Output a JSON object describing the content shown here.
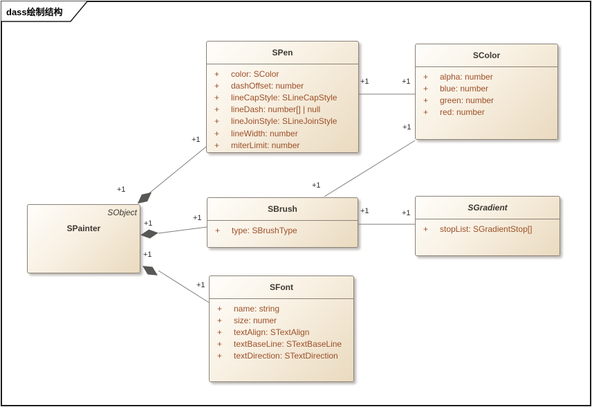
{
  "frame": {
    "title": "dass绘制结构"
  },
  "classes": {
    "spainter": {
      "name": "SPainter",
      "stereotype": "SObject",
      "attributes": []
    },
    "spen": {
      "name": "SPen",
      "attributes": [
        {
          "vis": "+",
          "text": "color: SColor"
        },
        {
          "vis": "+",
          "text": "dashOffset: number"
        },
        {
          "vis": "+",
          "text": "lineCapStyle: SLineCapStyle"
        },
        {
          "vis": "+",
          "text": "lineDash: number[] | null"
        },
        {
          "vis": "+",
          "text": "lineJoinStyle: SLineJoinStyle"
        },
        {
          "vis": "+",
          "text": "lineWidth: number"
        },
        {
          "vis": "+",
          "text": "miterLimit: number"
        }
      ]
    },
    "scolor": {
      "name": "SColor",
      "attributes": [
        {
          "vis": "+",
          "text": "alpha: number"
        },
        {
          "vis": "+",
          "text": "blue: number"
        },
        {
          "vis": "+",
          "text": "green: number"
        },
        {
          "vis": "+",
          "text": "red: number"
        }
      ]
    },
    "sbrush": {
      "name": "SBrush",
      "attributes": [
        {
          "vis": "+",
          "text": "type: SBrushType"
        }
      ]
    },
    "sgradient": {
      "name": "SGradient",
      "abstract": true,
      "attributes": [
        {
          "vis": "+",
          "text": "stopList: SGradientStop[]"
        }
      ]
    },
    "sfont": {
      "name": "SFont",
      "attributes": [
        {
          "vis": "+",
          "text": "name: string"
        },
        {
          "vis": "+",
          "text": "size: numer"
        },
        {
          "vis": "+",
          "text": "textAlign: STextAlign"
        },
        {
          "vis": "+",
          "text": "textBaseLine: STextBaseLine"
        },
        {
          "vis": "+",
          "text": "textDirection: STextDirection"
        }
      ]
    }
  },
  "connections": [
    {
      "from": "SPainter",
      "to": "SPen",
      "type": "composition",
      "source_label": "+1",
      "target_label": "+1"
    },
    {
      "from": "SPainter",
      "to": "SBrush",
      "type": "composition",
      "source_label": "+1",
      "target_label": "+1"
    },
    {
      "from": "SPainter",
      "to": "SFont",
      "type": "composition",
      "source_label": "+1",
      "target_label": "+1"
    },
    {
      "from": "SPen",
      "to": "SColor",
      "type": "association",
      "source_label": "+1",
      "target_label": "+1"
    },
    {
      "from": "SBrush",
      "to": "SColor",
      "type": "association",
      "source_label": "+1",
      "target_label": "+1"
    },
    {
      "from": "SBrush",
      "to": "SGradient",
      "type": "association",
      "source_label": "+1",
      "target_label": "+1"
    }
  ],
  "colors": {
    "box_fill_start": "#fffefb",
    "box_fill_end": "#eadabf",
    "box_border": "#8a8177",
    "attr_text": "#9c4f28",
    "title_text": "#3c3833",
    "line": "#7f7d7a",
    "diamond": "#575755",
    "label_text": "#2d2d2d",
    "frame_border": "#1c1c1c"
  }
}
